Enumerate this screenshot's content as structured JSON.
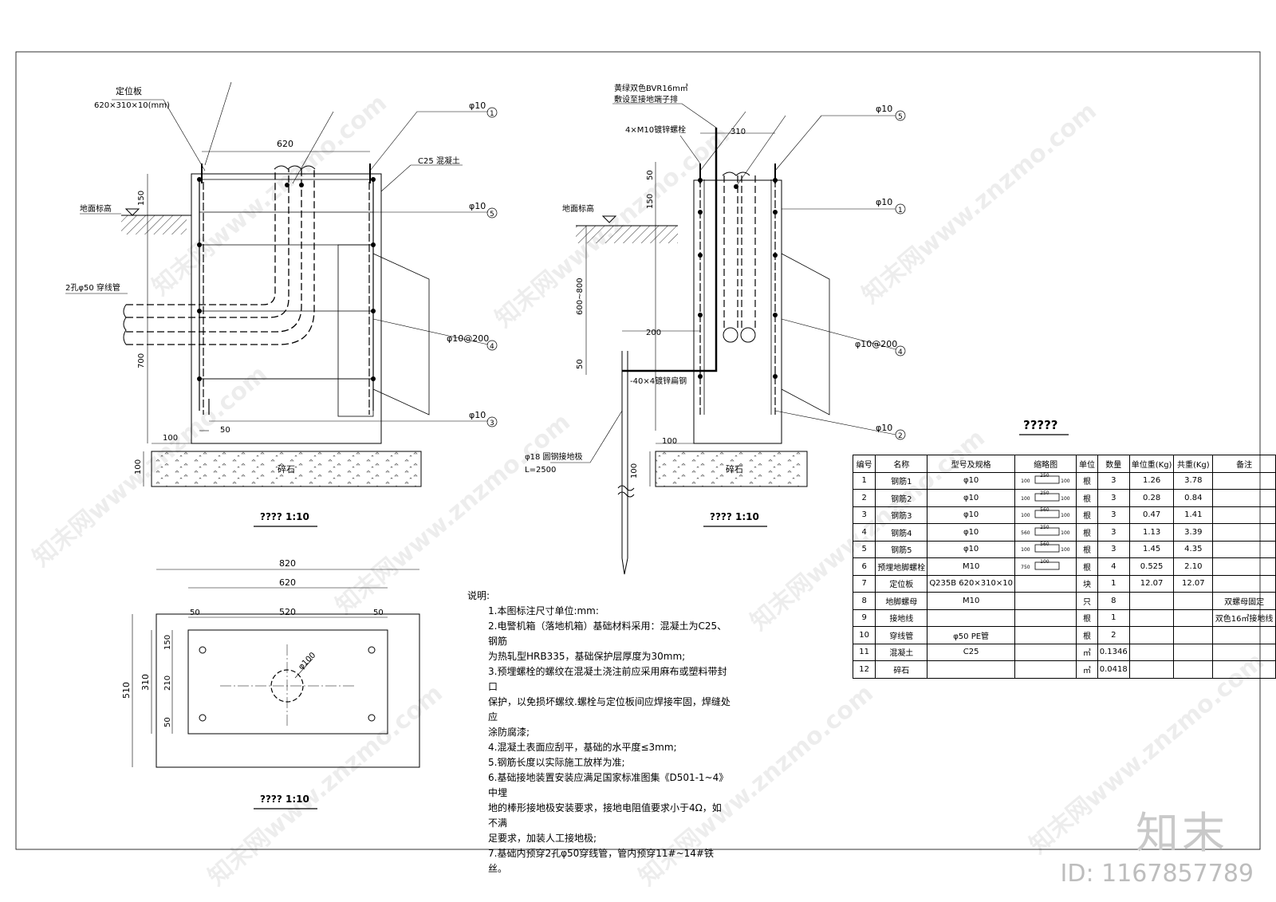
{
  "sections": {
    "left": {
      "title": "???? 1:10"
    },
    "middle": {
      "title": "???? 1:10"
    },
    "plan": {
      "title": "???? 1:10"
    },
    "table": {
      "title": "?????"
    }
  },
  "left_labels": {
    "plate_name": "定位板",
    "plate_size": "620×310×10(mm)",
    "width": "620",
    "concrete": "C25 混凝土",
    "ground": "地面标高",
    "dim_150": "150",
    "dim_700": "700",
    "dim_100a": "100",
    "dim_50": "50",
    "dim_100b": "100",
    "pipe": "2孔φ50 穿线管",
    "gravel": "碎石",
    "bar1": "φ10",
    "bar5": "φ10",
    "bar4": "φ10@200",
    "bar3": "φ10",
    "n1": "1",
    "n5": "5",
    "n4": "4",
    "n3": "3"
  },
  "mid_labels": {
    "wire1": "黄绿双色BVR16m㎡",
    "wire2": "敷设至接地端子排",
    "bolt": "4×M10镀锌螺栓",
    "dim_310": "310",
    "dim_50": "50",
    "dim_150": "150",
    "ground": "地面标高",
    "dim_600": "600~800",
    "dim_200": "200",
    "dim_50b": "50",
    "steel": "-40×4镀锌扁钢",
    "rod1": "φ18 圆钢接地极",
    "rod2": "L=2500",
    "dim_100a": "100",
    "dim_100b": "100",
    "gravel": "碎石",
    "bar1": "φ10",
    "bar2": "φ10",
    "bar5": "φ10",
    "bar4": "φ10@200",
    "n1": "1",
    "n2": "2",
    "n5": "5",
    "n4": "4"
  },
  "plan_labels": {
    "w820": "820",
    "w620": "620",
    "w520": "520",
    "d50a": "50",
    "d50b": "50",
    "h510": "510",
    "h310": "310",
    "h150": "150",
    "h210": "210",
    "h50": "50",
    "hole": "φ100"
  },
  "notes": [
    "说明:",
    "1.本图标注尺寸单位:mm:",
    "2.电警机箱（落地机箱）基础材料采用：混凝土为C25、钢筋",
    "为热轧型HRB335，基础保护层厚度为30mm;",
    "3.预埋螺栓的螺纹在混凝土浇注前应采用麻布或塑料带封口",
    "保护，以免损坏螺纹.螺栓与定位板间应焊接牢固，焊缝处应",
    "涂防腐漆;",
    "4.混凝土表面应刮平，基础的水平度≤3mm;",
    "5.钢筋长度以实际施工放样为准;",
    "6.基础接地装置安装应满足国家标准图集《D501-1~4》中埋",
    "地的棒形接地极安装要求，接地电阻值要求小于4Ω，如不满",
    "足要求，加装人工接地极;",
    "7.基础内预穿2孔φ50穿线管，管内预穿11#~14#铁丝。"
  ],
  "table": {
    "headers": [
      "编号",
      "名称",
      "型号及规格",
      "缩略图",
      "单位",
      "数量",
      "单位重(Kg)",
      "共重(Kg)",
      "备注"
    ],
    "rows": [
      [
        "1",
        "钢筋1",
        "φ10",
        "",
        "根",
        "3",
        "1.26",
        "3.78",
        ""
      ],
      [
        "2",
        "钢筋2",
        "φ10",
        "",
        "根",
        "3",
        "0.28",
        "0.84",
        ""
      ],
      [
        "3",
        "钢筋3",
        "φ10",
        "",
        "根",
        "3",
        "0.47",
        "1.41",
        ""
      ],
      [
        "4",
        "钢筋4",
        "φ10",
        "",
        "根",
        "3",
        "1.13",
        "3.39",
        ""
      ],
      [
        "5",
        "钢筋5",
        "φ10",
        "",
        "根",
        "3",
        "1.45",
        "4.35",
        ""
      ],
      [
        "6",
        "预埋地脚螺栓",
        "M10",
        "",
        "根",
        "4",
        "0.525",
        "2.10",
        ""
      ],
      [
        "7",
        "定位板",
        "Q235B 620×310×10",
        "",
        "块",
        "1",
        "12.07",
        "12.07",
        ""
      ],
      [
        "8",
        "地脚螺母",
        "M10",
        "",
        "只",
        "8",
        "",
        "",
        "双螺母固定"
      ],
      [
        "9",
        "接地线",
        "",
        "",
        "根",
        "1",
        "",
        "",
        "双色16㎡接地线"
      ],
      [
        "10",
        "穿线管",
        "φ50 PE管",
        "",
        "根",
        "2",
        "",
        "",
        ""
      ],
      [
        "11",
        "混凝土",
        "C25",
        "",
        "㎥",
        "0.1346",
        "",
        "",
        ""
      ],
      [
        "12",
        "碎石",
        "",
        "",
        "㎥",
        "0.0418",
        "",
        "",
        ""
      ]
    ],
    "sketch_labels": [
      [
        "250",
        "100",
        "100"
      ],
      [
        "250",
        "100",
        "100"
      ],
      [
        "560",
        "100",
        "100"
      ],
      [
        "250",
        "560",
        "100"
      ],
      [
        "560",
        "100",
        "100"
      ],
      [
        "100",
        "750",
        ""
      ]
    ]
  },
  "watermark": {
    "site": "知末网www.znzmo.com",
    "brand": "知末",
    "id": "ID: 1167857789"
  }
}
